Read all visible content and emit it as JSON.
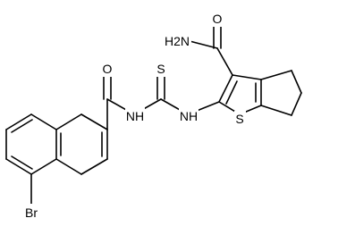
{
  "molecule": {
    "atom_labels": {
      "amide_n": "H2N",
      "amide_o": "O",
      "acyl_o": "O",
      "acyl_nh": "NH",
      "thio_s": "S",
      "thio_nh": "NH",
      "ring_s": "S",
      "bromine": "Br"
    }
  }
}
